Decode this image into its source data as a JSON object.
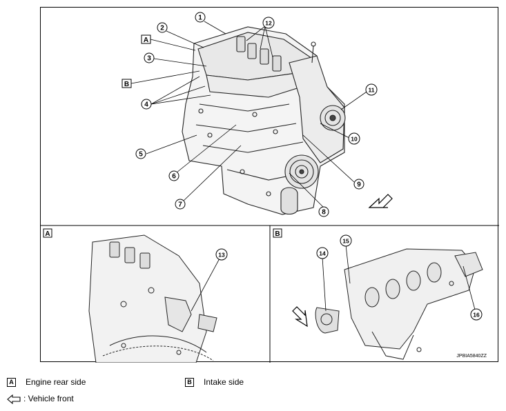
{
  "figure": {
    "callouts_main": [
      "1",
      "2",
      "3",
      "4",
      "5",
      "6",
      "7",
      "8",
      "9",
      "10",
      "11",
      "12"
    ],
    "callouts_a": [
      "13"
    ],
    "callouts_b": [
      "14",
      "15",
      "16"
    ],
    "box_a": "A",
    "box_b": "B",
    "panel_a_label": "A",
    "panel_b_label": "B",
    "reference_code": "JPBIA5840ZZ"
  },
  "legend": {
    "a_key": "A",
    "a_text": "Engine rear side",
    "b_key": "B",
    "b_text": "Intake side",
    "arrow_text": ": Vehicle front"
  }
}
